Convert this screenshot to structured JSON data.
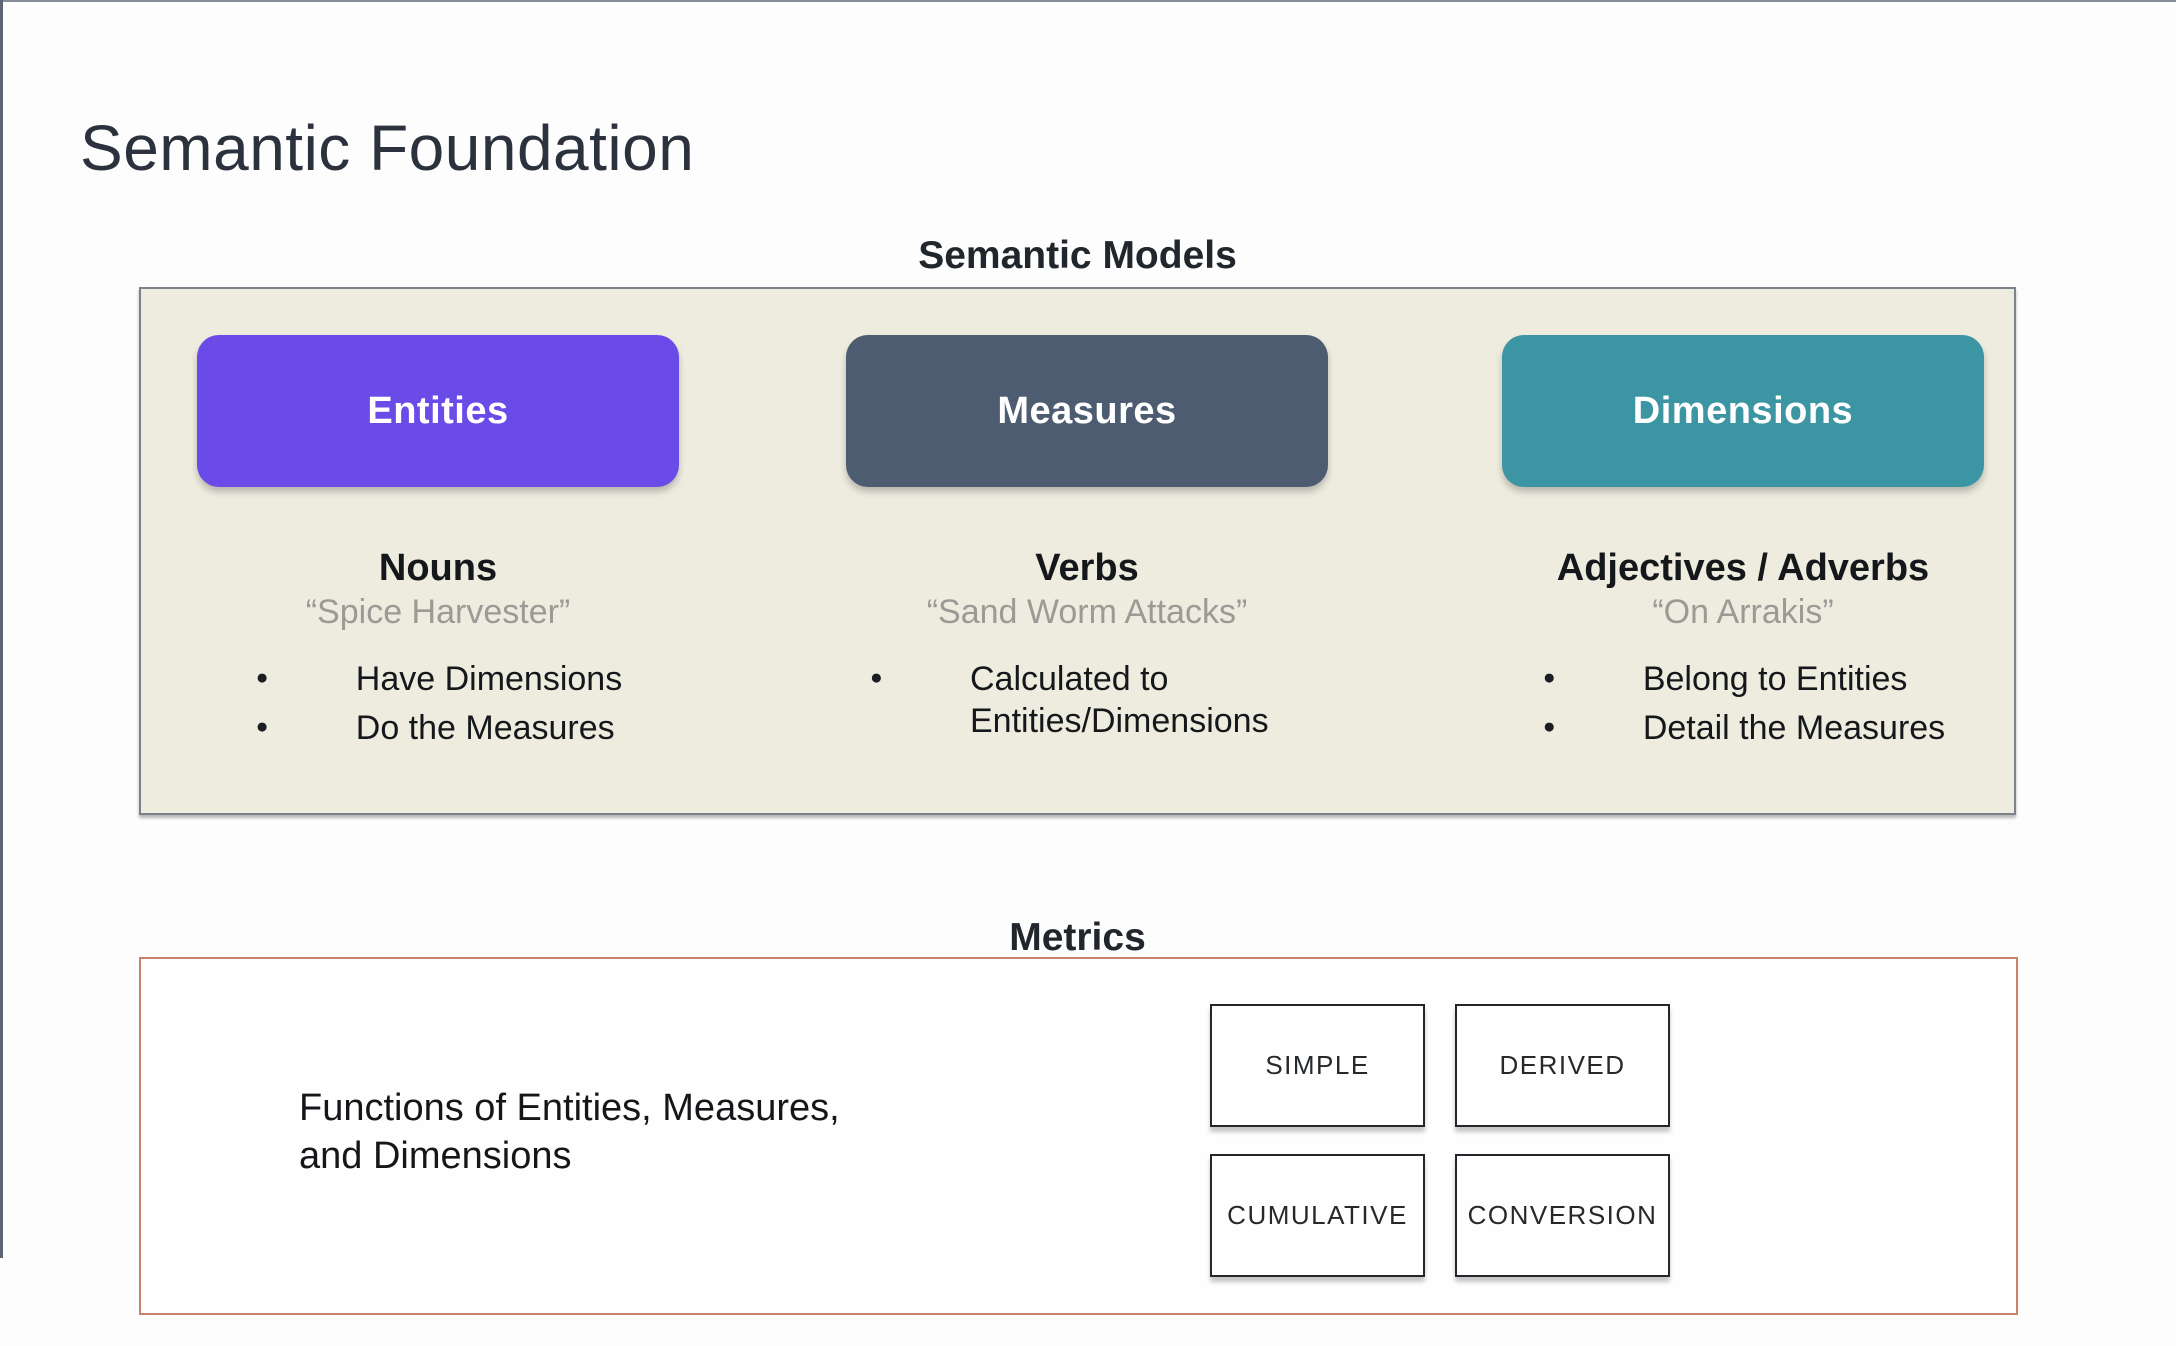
{
  "page": {
    "title": "Semantic Foundation"
  },
  "semantic_models": {
    "heading": "Semantic Models",
    "panel_background": "#eeecdf",
    "panel_border_color": "#7a838b",
    "columns": [
      {
        "button_label": "Entities",
        "button_color": "#6b4be8",
        "role": "Nouns",
        "example": "“Spice Harvester”",
        "bullets": [
          "Have Dimensions",
          "Do the Measures"
        ]
      },
      {
        "button_label": "Measures",
        "button_color": "#4d5c71",
        "role": "Verbs",
        "example": "“Sand Worm Attacks”",
        "bullets": [
          "Calculated to Entities/Dimensions"
        ]
      },
      {
        "button_label": "Dimensions",
        "button_color": "#3b95a3",
        "role": "Adjectives / Adverbs",
        "example": "“On Arrakis”",
        "bullets": [
          "Belong to Entities",
          "Detail the Measures"
        ]
      }
    ]
  },
  "metrics": {
    "heading": "Metrics",
    "panel_border_color": "#c98169",
    "description": "Functions of Entities, Measures,\nand Dimensions",
    "types": [
      "SIMPLE",
      "DERIVED",
      "CUMULATIVE",
      "CONVERSION"
    ]
  }
}
